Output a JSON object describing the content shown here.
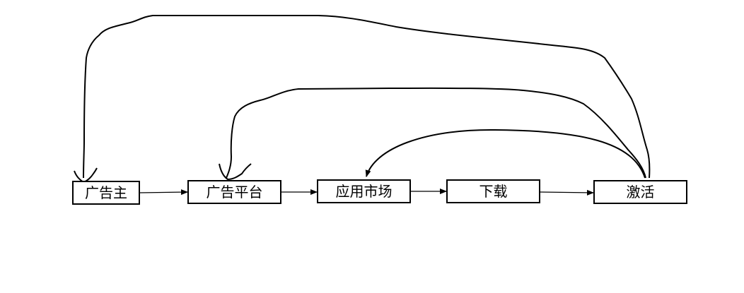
{
  "nodes": [
    {
      "id": "advertiser",
      "label": "广告主"
    },
    {
      "id": "ad_platform",
      "label": "广告平台"
    },
    {
      "id": "app_market",
      "label": "应用市场"
    },
    {
      "id": "download",
      "label": "下载"
    },
    {
      "id": "activation",
      "label": "激活"
    }
  ],
  "colors": {
    "stroke": "#000000",
    "background": "#ffffff"
  }
}
